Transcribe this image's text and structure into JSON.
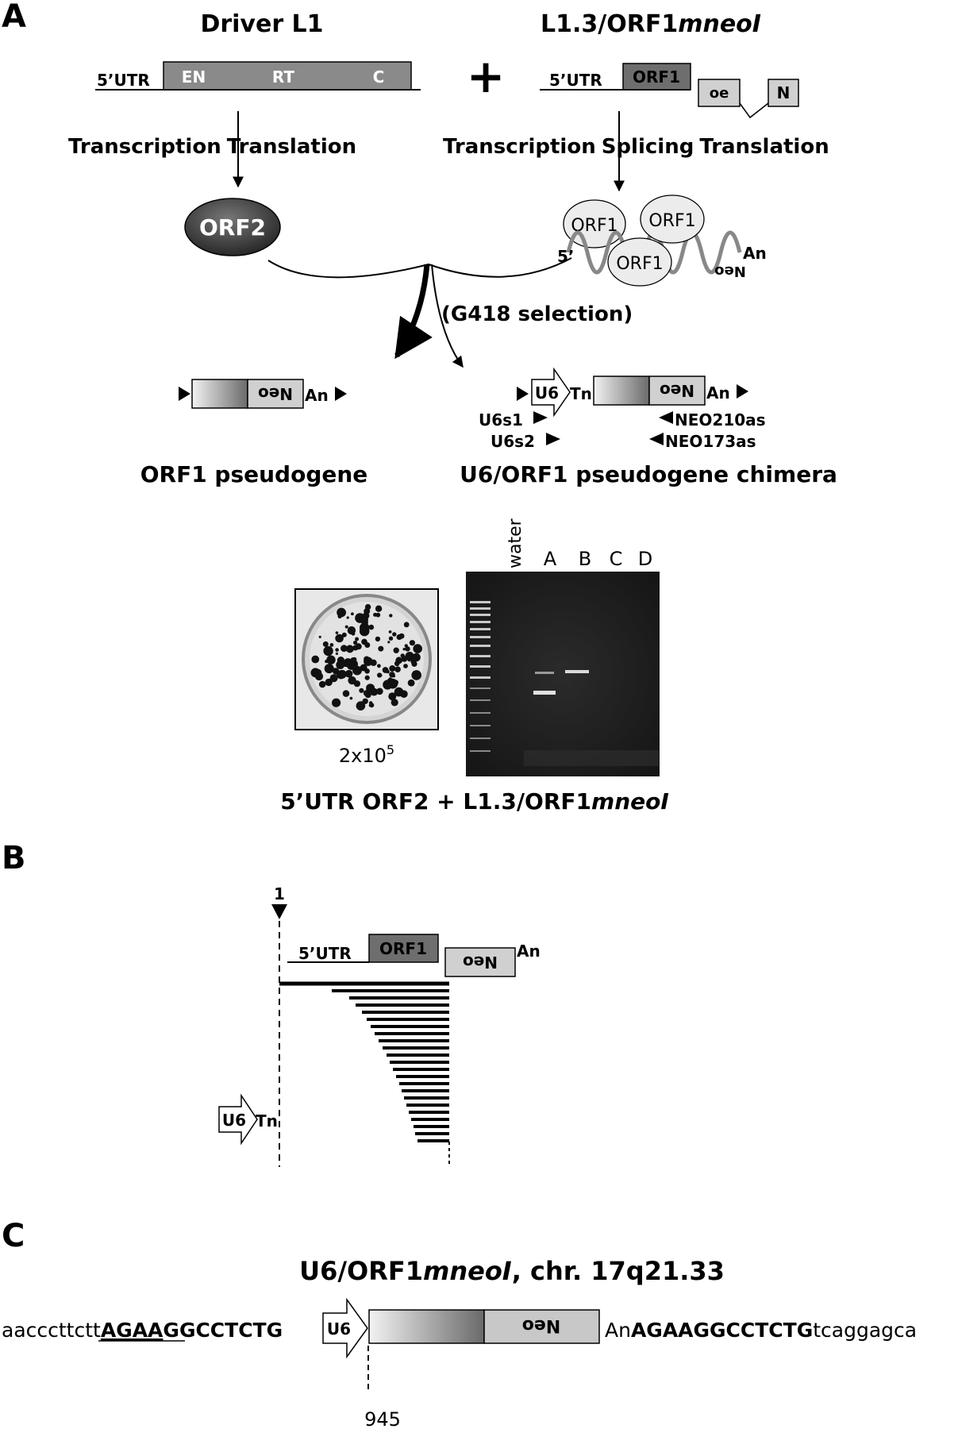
{
  "panels": {
    "a": "A",
    "b": "B",
    "c": "C"
  },
  "panel_a": {
    "driver_title": "Driver L1",
    "reporter_title": "L1.3/ORF1",
    "reporter_title_italic": "mneoI",
    "plus": "+",
    "driver_utr": "5’UTR",
    "driver_en": "EN",
    "driver_rt": "RT",
    "driver_c": "C",
    "reporter_utr": "5’UTR",
    "reporter_orf1": "ORF1",
    "reporter_neo_left": "oe",
    "reporter_neo_right": "N",
    "driver_process_1": "Transcription",
    "driver_process_2": "Translation",
    "reporter_process_1": "Transcription",
    "reporter_process_2": "Splicing",
    "reporter_process_3": "Translation",
    "orf2": "ORF2",
    "rnp_orf1_a": "ORF1",
    "rnp_orf1_b": "ORF1",
    "rnp_orf1_c": "ORF1",
    "rnp_5prime": "5’",
    "rnp_neo": "Neo",
    "rnp_an": "An",
    "selection": "(G418 selection)",
    "pseudo_neo": "Neo",
    "pseudo_an": "An",
    "pseudo_label": "ORF1 pseudogene",
    "chimera_u6": "U6",
    "chimera_tn": "Tn",
    "chimera_neo": "Neo",
    "chimera_an": "An",
    "primer_u6s1": "U6s1",
    "primer_u6s2": "U6s2",
    "primer_neo210": "NEO210as",
    "primer_neo173": "NEO173as",
    "chimera_label": "U6/ORF1 pseudogene chimera",
    "gel_lanes": [
      "water",
      "A",
      "B",
      "C",
      "D"
    ],
    "colony_count_base": "2x10",
    "colony_count_exp": "5",
    "bottom_caption": "5’UTR ORF2 + L1.3/ORF1",
    "bottom_caption_italic": "mneoI"
  },
  "panel_b": {
    "position": "1",
    "utr": "5’UTR",
    "orf1": "ORF1",
    "neo": "Neo",
    "an": "An",
    "u6": "U6",
    "tn": "Tn"
  },
  "panel_c": {
    "title_prefix": "U6/ORF1",
    "title_italic": "mneoI",
    "title_suffix": ", chr. 17q21.33",
    "seq_left_lower": "aacccttctt",
    "seq_left_bold_ul": "AGAA",
    "seq_left_bold": "GGCCTCTG",
    "u6": "U6",
    "neo": "Neo",
    "seq_right_an": "An",
    "seq_right_bold": "AGAAGGCCTCTG",
    "seq_right_lower": "tcaggagca",
    "position": "945"
  }
}
